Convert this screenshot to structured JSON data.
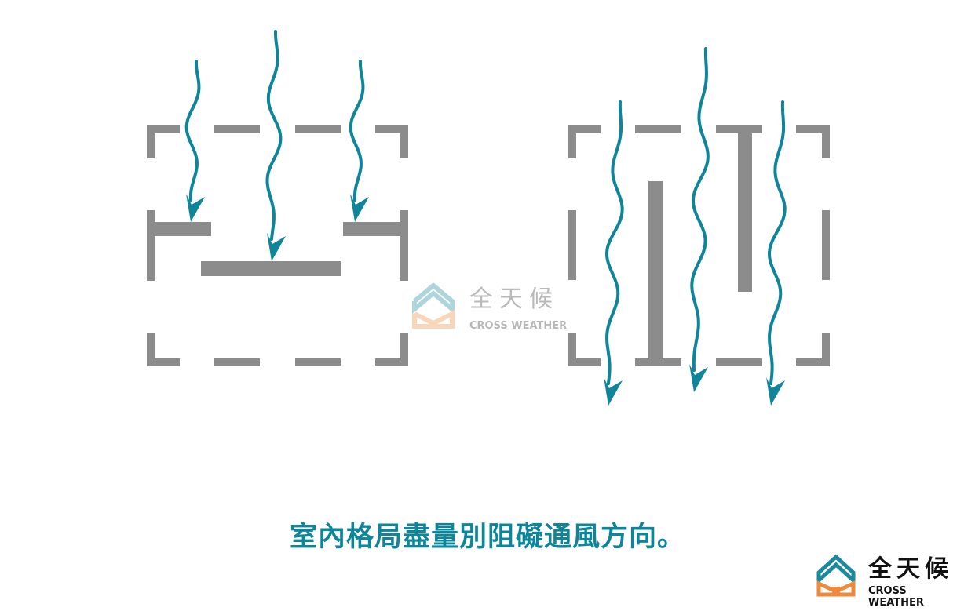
{
  "caption": "室內格局盡量別阻礙通風方向。",
  "brand": {
    "name_cn": "全天候",
    "name_en": "CROSS WEATHER"
  },
  "colors": {
    "flow": "#0e8599",
    "wall": "#8c8c8c",
    "logo_top": "#1a8a9c",
    "logo_bottom": "#ef8a3c"
  },
  "panels": [
    {
      "label": "blocked-layout",
      "icon": "airflow-blocked-floorplan"
    },
    {
      "label": "open-layout",
      "icon": "airflow-through-floorplan"
    }
  ]
}
